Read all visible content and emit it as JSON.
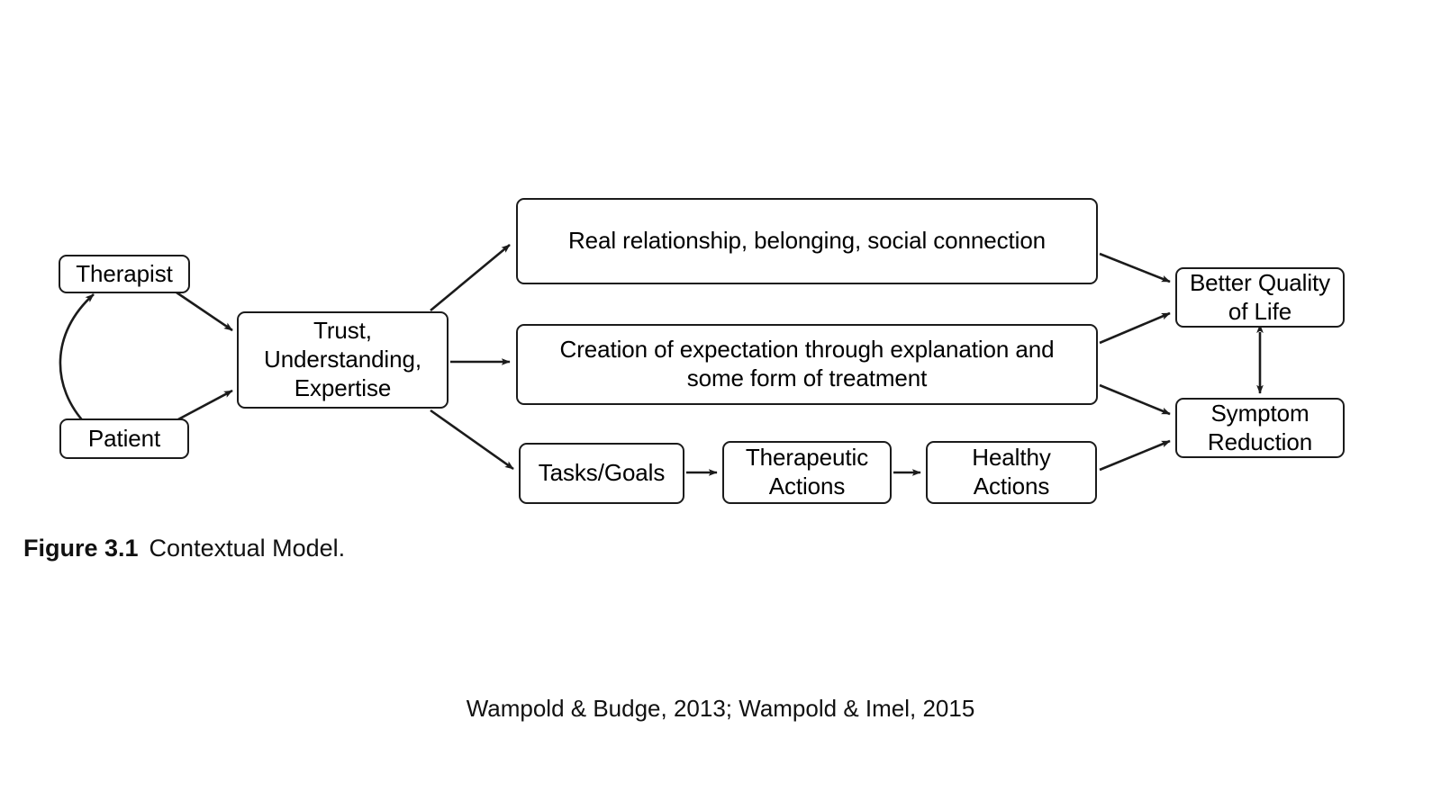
{
  "figure": {
    "caption_label": "Figure 3.1",
    "caption_text": "Contextual Model.",
    "citation": "Wampold & Budge, 2013; Wampold & Imel, 2015",
    "line_color": "#1b1b1b",
    "background_color": "#ffffff",
    "text_color": "#000000"
  },
  "diagram": {
    "type": "flowchart",
    "nodes": [
      {
        "id": "therapist",
        "label": "Therapist"
      },
      {
        "id": "patient",
        "label": "Patient"
      },
      {
        "id": "trust",
        "label": "Trust,\nUnderstanding,\nExpertise"
      },
      {
        "id": "real_relationship",
        "label": "Real relationship, belonging, social connection"
      },
      {
        "id": "expectation",
        "label": "Creation of expectation through explanation and\nsome form of treatment"
      },
      {
        "id": "tasks_goals",
        "label": "Tasks/Goals"
      },
      {
        "id": "therapeutic_actions",
        "label": "Therapeutic\nActions"
      },
      {
        "id": "healthy_actions",
        "label": "Healthy\nActions"
      },
      {
        "id": "better_quality",
        "label": "Better Quality\nof Life"
      },
      {
        "id": "symptom_reduction",
        "label": "Symptom\nReduction"
      }
    ],
    "edges": [
      {
        "from": "therapist",
        "to": "patient",
        "style": "curved",
        "direction": "both"
      },
      {
        "from": "therapist",
        "to": "trust",
        "style": "straight",
        "direction": "forward"
      },
      {
        "from": "patient",
        "to": "trust",
        "style": "straight",
        "direction": "forward"
      },
      {
        "from": "trust",
        "to": "real_relationship",
        "style": "straight",
        "direction": "forward"
      },
      {
        "from": "trust",
        "to": "expectation",
        "style": "straight",
        "direction": "forward"
      },
      {
        "from": "trust",
        "to": "tasks_goals",
        "style": "straight",
        "direction": "forward"
      },
      {
        "from": "real_relationship",
        "to": "better_quality",
        "style": "straight",
        "direction": "forward"
      },
      {
        "from": "expectation",
        "to": "better_quality",
        "style": "straight",
        "direction": "forward"
      },
      {
        "from": "expectation",
        "to": "symptom_reduction",
        "style": "straight",
        "direction": "forward"
      },
      {
        "from": "tasks_goals",
        "to": "therapeutic_actions",
        "style": "straight",
        "direction": "forward"
      },
      {
        "from": "therapeutic_actions",
        "to": "healthy_actions",
        "style": "straight",
        "direction": "forward"
      },
      {
        "from": "healthy_actions",
        "to": "symptom_reduction",
        "style": "straight",
        "direction": "forward"
      },
      {
        "from": "better_quality",
        "to": "symptom_reduction",
        "style": "straight",
        "direction": "both"
      }
    ]
  }
}
